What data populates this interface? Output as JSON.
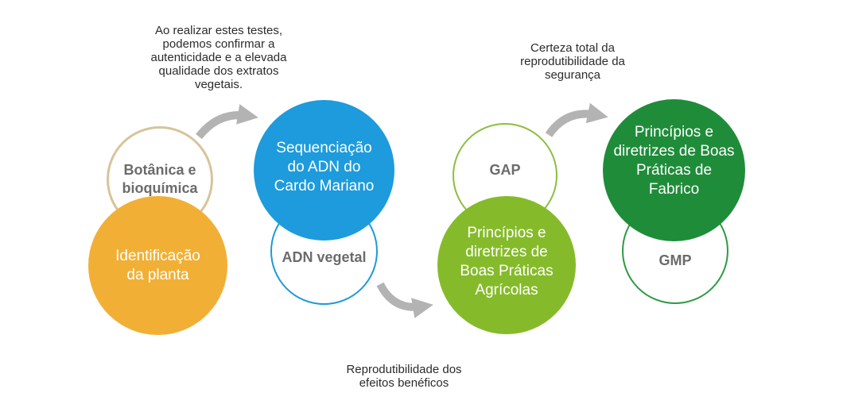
{
  "groups": [
    {
      "outline_label": "Botânica e bioquímica",
      "filled_label": "Identificação da planta",
      "outline_color": "#d8c49b",
      "fill_color": "#f1b035"
    },
    {
      "filled_label": "Sequenciação do ADN do Cardo Mariano",
      "outline_label": "ADN vegetal",
      "outline_color": "#1e9ad6",
      "fill_color": "#1d9bdc"
    },
    {
      "outline_label": "GAP",
      "filled_label": "Princípios e diretrizes de Boas Práticas Agrícolas",
      "outline_color": "#8bbf3f",
      "fill_color": "#85bb2a"
    },
    {
      "filled_label": "Princípios e diretrizes de Boas Práticas de Fabrico",
      "outline_label": "GMP",
      "outline_color": "#2e9a43",
      "fill_color": "#1f8c3a"
    }
  ],
  "notes": {
    "note_1": "Ao realizar estes testes, podemos confirmar a autenticidade e a elevada qualidade dos extratos vegetais.",
    "note_2": "Reprodutibilidade dos efeitos benéficos",
    "note_3": "Certeza total da reprodutibilidade da segurança"
  },
  "arrow_color": "#b3b3b3"
}
